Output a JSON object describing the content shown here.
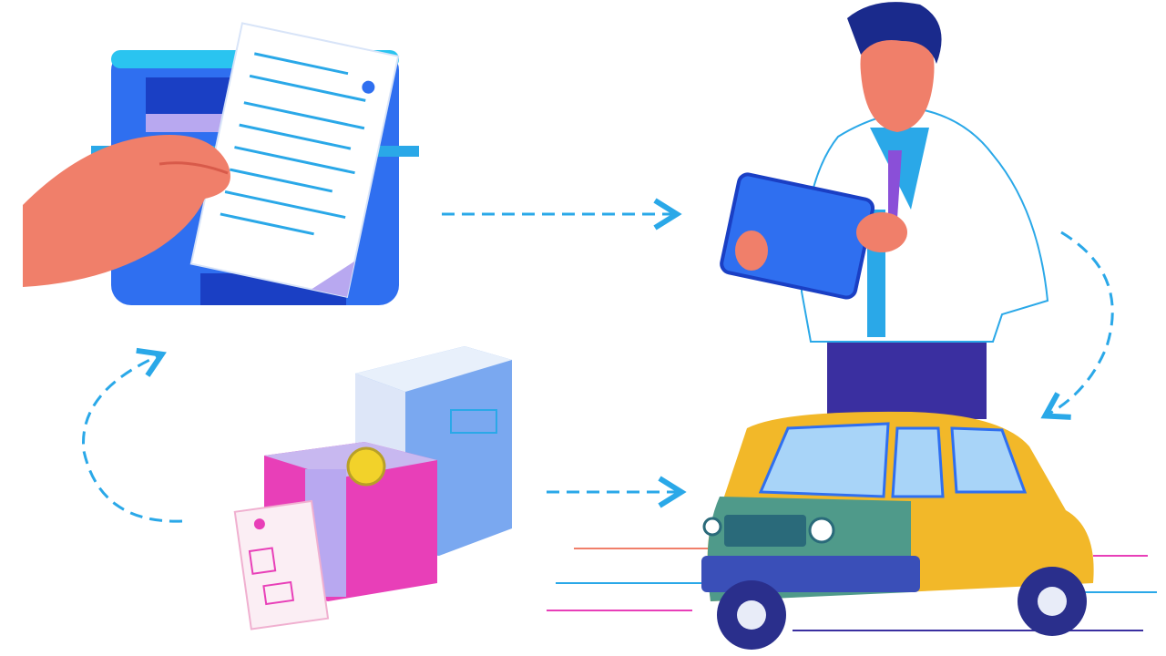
{
  "colors": {
    "background": "#ffffff",
    "primary_blue": "#2f6ff0",
    "dark_blue": "#1a3fc4",
    "cyan": "#2aa8e8",
    "skin": "#f07f6a",
    "magenta": "#e83fb8",
    "lavender": "#b8a8f0",
    "car_yellow": "#f2b829",
    "car_green": "#4f9a8a",
    "trousers": "#3a2fa0",
    "tie": "#8a4fd8"
  },
  "scenes": [
    "document-in-printer",
    "inspector-with-tablet",
    "car",
    "packages"
  ]
}
